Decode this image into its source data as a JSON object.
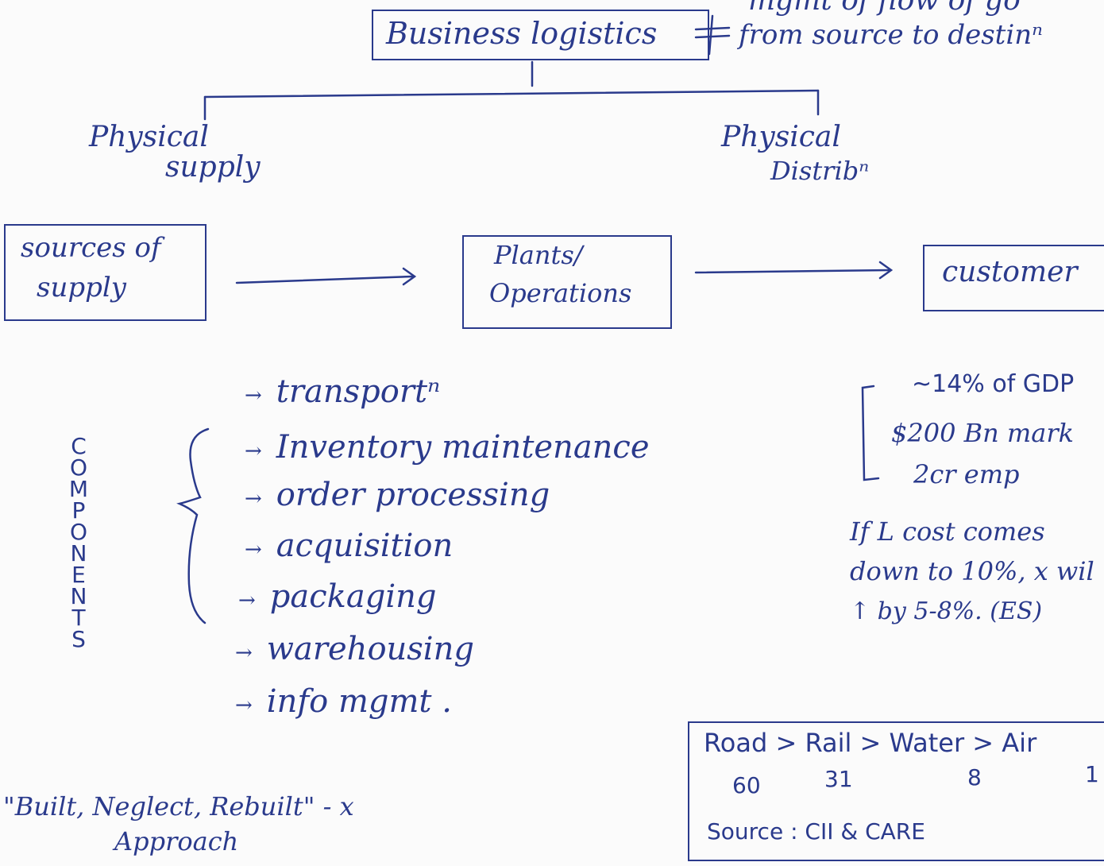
{
  "title": {
    "text": "Business logistics",
    "definition_line1": "mgmt of flow of go",
    "definition_line2": "from source to destinⁿ"
  },
  "branches": {
    "left": {
      "line1": "Physical",
      "line2": "supply"
    },
    "right": {
      "line1": "Physical",
      "line2": "Distribⁿ"
    }
  },
  "flow": {
    "source": {
      "line1": "sources of",
      "line2": "supply"
    },
    "plants": {
      "line1": "Plants/",
      "line2": "Operations"
    },
    "customer": "customer"
  },
  "components": {
    "label_letters": [
      "C",
      "O",
      "M",
      "P",
      "O",
      "N",
      "E",
      "N",
      "T",
      "S"
    ],
    "items": [
      "transportⁿ",
      "Inventory maintenance",
      "order processing",
      "acquisition",
      "packaging",
      "warehousing",
      "info mgmt ."
    ]
  },
  "stats": {
    "lines": [
      "~14% of GDP",
      "$200 Bn mark",
      "2cr emp"
    ],
    "note_lines": [
      "If L cost comes",
      "down to 10%, x wil",
      "↑ by 5-8%. (ES)"
    ]
  },
  "modal_share": {
    "header": "Road > Rail > Water > Air",
    "values": [
      "60",
      "31",
      "8",
      "1"
    ],
    "source": "Source : CII & CARE"
  },
  "quote": {
    "line1": "\"Built, Neglect, Rebuilt\" - x",
    "line2": "Approach"
  }
}
